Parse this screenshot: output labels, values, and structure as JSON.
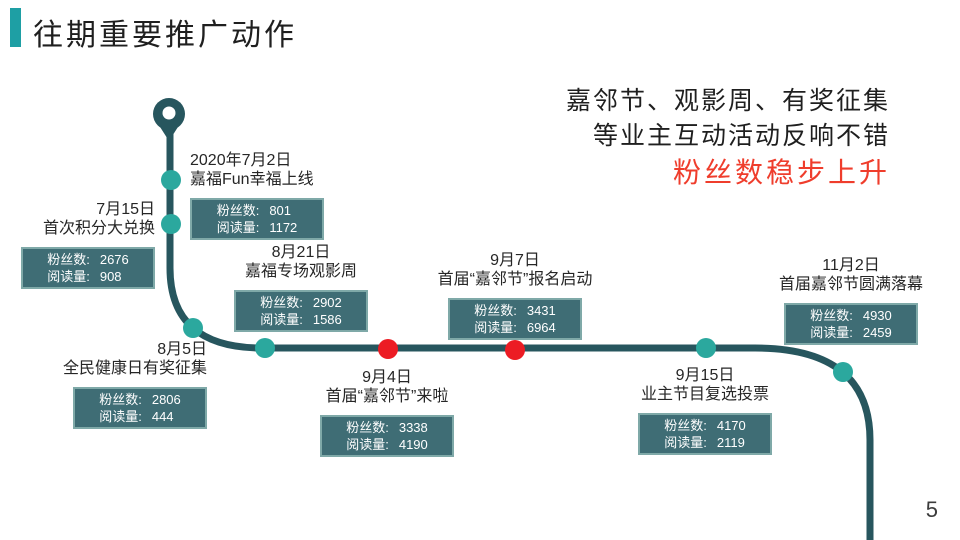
{
  "slide": {
    "title": "往期重要推广动作",
    "page_number": "5",
    "headline": {
      "line1": "嘉邻节、观影周、有奖征集",
      "line2": "等业主互动活动反响不错",
      "line3": "粉丝数稳步上升"
    },
    "stat_labels": {
      "fans": "粉丝数:",
      "reads": "阅读量:"
    },
    "events": [
      {
        "date": "2020年7月2日",
        "name": "嘉福Fun幸福上线",
        "fans": "801",
        "reads": "1172",
        "dot_color": "teal"
      },
      {
        "date": "7月15日",
        "name": "首次积分大兑换",
        "fans": "2676",
        "reads": "908",
        "dot_color": "teal"
      },
      {
        "date": "8月5日",
        "name": "全民健康日有奖征集",
        "fans": "2806",
        "reads": "444",
        "dot_color": "teal"
      },
      {
        "date": "8月21日",
        "name": "嘉福专场观影周",
        "fans": "2902",
        "reads": "1586",
        "dot_color": "teal"
      },
      {
        "date": "9月4日",
        "name": "首届“嘉邻节”来啦",
        "fans": "3338",
        "reads": "4190",
        "dot_color": "red"
      },
      {
        "date": "9月7日",
        "name": "首届“嘉邻节”报名启动",
        "fans": "3431",
        "reads": "6964",
        "dot_color": "red"
      },
      {
        "date": "9月15日",
        "name": "业主节目复选投票",
        "fans": "4170",
        "reads": "2119",
        "dot_color": "teal"
      },
      {
        "date": "11月2日",
        "name": "首届嘉邻节圆满落幕",
        "fans": "4930",
        "reads": "2459",
        "dot_color": "teal"
      }
    ],
    "colors": {
      "accent_bar": "#1e9fa4",
      "timeline_line": "#27565e",
      "dot_teal": "#2ba89e",
      "dot_red": "#ec1c24",
      "box_bg": "#3f6d75",
      "box_border": "#7fa9a8",
      "highlight_red": "#ef3d2c",
      "text_dark": "#1f1f1f"
    }
  }
}
